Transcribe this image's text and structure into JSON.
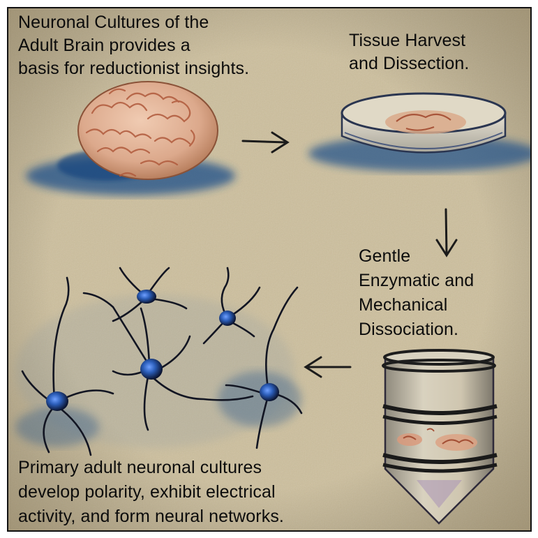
{
  "captions": {
    "intro": [
      "Neuronal Cultures of the",
      "Adult Brain provides a",
      "basis for reductionist insights."
    ],
    "harvest": [
      "Tissue Harvest",
      "and Dissection."
    ],
    "dissociation": [
      "Gentle",
      "Enzymatic and",
      "Mechanical",
      "Dissociation."
    ],
    "result": [
      "Primary adult neuronal cultures",
      "develop polarity, exhibit electrical",
      "activity, and form neural networks."
    ]
  },
  "colors": {
    "canvas": "#cdbf9c",
    "ink": "#0c0c0c",
    "shadow_blue": "#1f4f8a",
    "brain": "#e3b49a",
    "brain_fold": "#b05a3c",
    "nucleus": "#2b5db8"
  },
  "illustrations": [
    "brain-illustration",
    "petri-dish-illustration",
    "centrifuge-tube-illustration",
    "neuron-network-illustration"
  ],
  "arrows": [
    "arrow-right",
    "arrow-down",
    "arrow-left"
  ]
}
